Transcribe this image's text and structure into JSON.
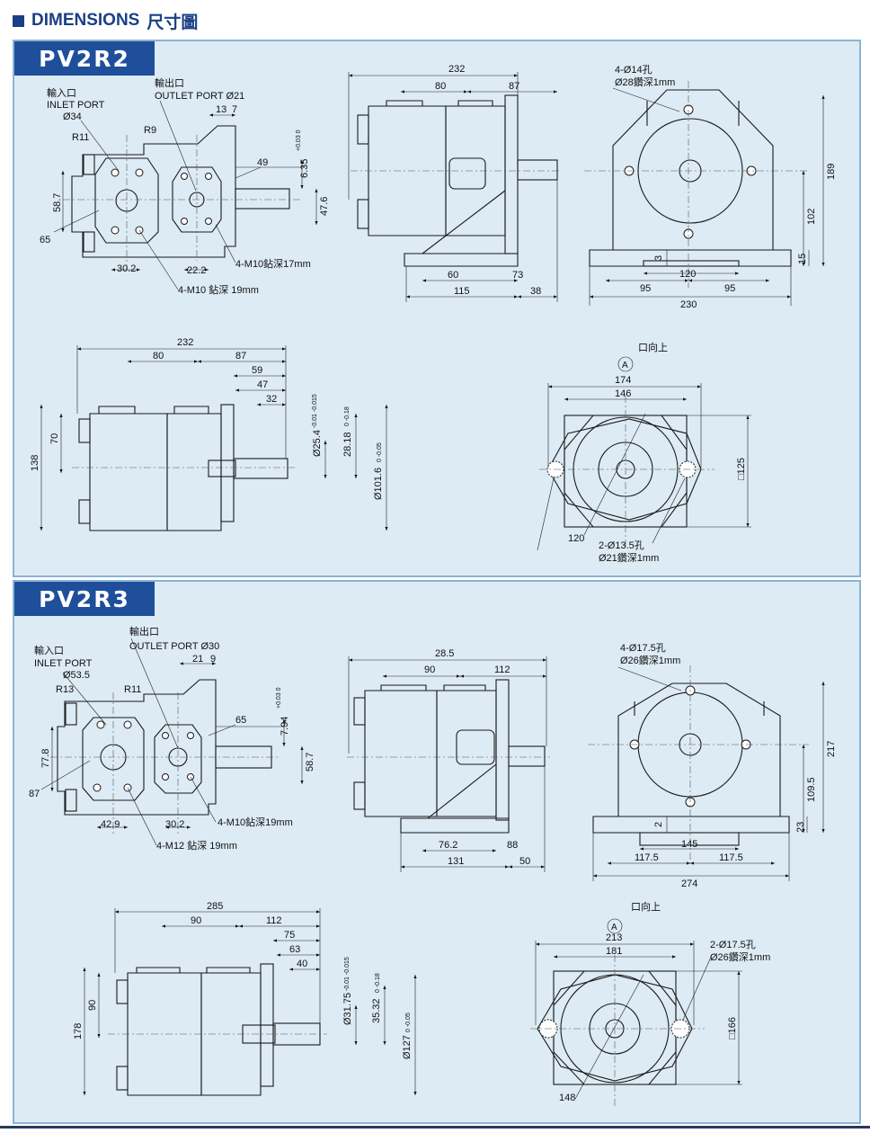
{
  "header": {
    "title_en": "DIMENSIONS",
    "title_zh": "尺寸圖"
  },
  "models": [
    {
      "name": "PV2R2",
      "front": {
        "inlet_zh": "輸入口",
        "inlet_en": "INLET PORT",
        "inlet_dia": "Ø34",
        "outlet_zh": "輸出口",
        "outlet_en": "OUTLET PORT Ø21",
        "dim_13": "13",
        "dim_7": "7",
        "r_inlet": "R11",
        "r_outlet": "R9",
        "dim_49": "49",
        "dim_635": "6.35",
        "dim_635_tol": "+0.03 0",
        "dim_587": "58.7",
        "dim_476": "47.6",
        "dim_65": "65",
        "dim_302": "30.2",
        "dim_222": "22.2",
        "tap_outlet": "4-M10鉆深17mm",
        "tap_inlet": "4-M10 鉆深 19mm"
      },
      "side": {
        "dim_232": "232",
        "dim_80": "80",
        "dim_87": "87",
        "dim_60": "60",
        "dim_73": "73",
        "dim_115": "115",
        "dim_38": "38"
      },
      "end": {
        "holes_1": "4-Ø14孔",
        "holes_2": "Ø28鑽深1mm",
        "dim_189": "189",
        "dim_102": "102",
        "dim_3": "3",
        "dim_15": "15",
        "dim_120": "120",
        "dim_95a": "95",
        "dim_95b": "95",
        "dim_230": "230"
      },
      "side2": {
        "dim_232": "232",
        "dim_80": "80",
        "dim_87": "87",
        "dim_59": "59",
        "dim_47": "47",
        "dim_32": "32",
        "dim_70": "70",
        "dim_138": "138",
        "shaft_dia": "Ø25.4",
        "shaft_tol": "-0.01 -0.015",
        "key_dim": "28.18",
        "key_tol": "0 -0.18",
        "pilot_dia": "Ø101.6",
        "pilot_tol": "0 -0.05"
      },
      "flange": {
        "view_dir": "口向上",
        "marker": "A",
        "dim_174": "174",
        "dim_146": "146",
        "dim_125": "□125",
        "dim_120": "120",
        "holes_1": "2-Ø13.5孔",
        "holes_2": "Ø21鑽深1mm"
      }
    },
    {
      "name": "PV2R3",
      "front": {
        "inlet_zh": "輸入口",
        "inlet_en": "INLET PORT",
        "inlet_dia": "Ø53.5",
        "outlet_zh": "輸出口",
        "outlet_en": "OUTLET PORT Ø30",
        "dim_21": "21",
        "dim_9": "9",
        "r_inlet": "R13",
        "r_outlet": "R11",
        "dim_65": "65",
        "dim_794": "7.94",
        "dim_794_tol": "+0.03 0",
        "dim_778": "77.8",
        "dim_587": "58.7",
        "dim_87": "87",
        "dim_429": "42.9",
        "dim_302": "30.2",
        "tap_outlet": "4-M10鉆深19mm",
        "tap_inlet": "4-M12 鉆深 19mm"
      },
      "side": {
        "dim_285": "28.5",
        "dim_90": "90",
        "dim_112": "112",
        "dim_762": "76.2",
        "dim_88": "88",
        "dim_131": "131",
        "dim_50": "50"
      },
      "end": {
        "holes_1": "4-Ø17.5孔",
        "holes_2": "Ø26鑽深1mm",
        "dim_217": "217",
        "dim_1095": "109.5",
        "dim_2": "2",
        "dim_23": "23",
        "dim_145": "145",
        "dim_1175a": "117.5",
        "dim_1175b": "117.5",
        "dim_274": "274"
      },
      "side2": {
        "dim_285": "285",
        "dim_90": "90",
        "dim_112": "112",
        "dim_75": "75",
        "dim_63": "63",
        "dim_40": "40",
        "dim_90v": "90",
        "dim_178": "178",
        "shaft_dia": "Ø31.75",
        "shaft_tol": "-0.01 -0.015",
        "key_dim": "35.32",
        "key_tol": "0 -0.18",
        "pilot_dia": "Ø127",
        "pilot_tol": "0 -0.05"
      },
      "flange": {
        "view_dir": "口向上",
        "marker": "A",
        "dim_213": "213",
        "dim_181": "181",
        "dim_166": "□166",
        "dim_148": "148",
        "holes_1": "2-Ø17.5孔",
        "holes_2": "Ø26鑽深1mm"
      }
    }
  ]
}
